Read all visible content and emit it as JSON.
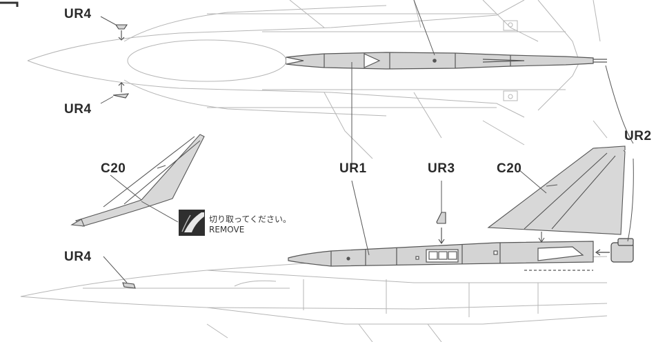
{
  "labels": {
    "ur4_top": "UR4",
    "ur4_mid": "UR4",
    "ur4_bottom": "UR4",
    "c20_left": "C20",
    "c20_right": "C20",
    "ur1": "UR1",
    "ur3": "UR3",
    "ur2": "UR2"
  },
  "remove_note": {
    "japanese": "切り取ってください。",
    "english": "REMOVE"
  },
  "colors": {
    "line": "#555555",
    "faint": "#b8b8b8",
    "part_fill": "#d4d4d4",
    "label": "#2a2a2a"
  }
}
